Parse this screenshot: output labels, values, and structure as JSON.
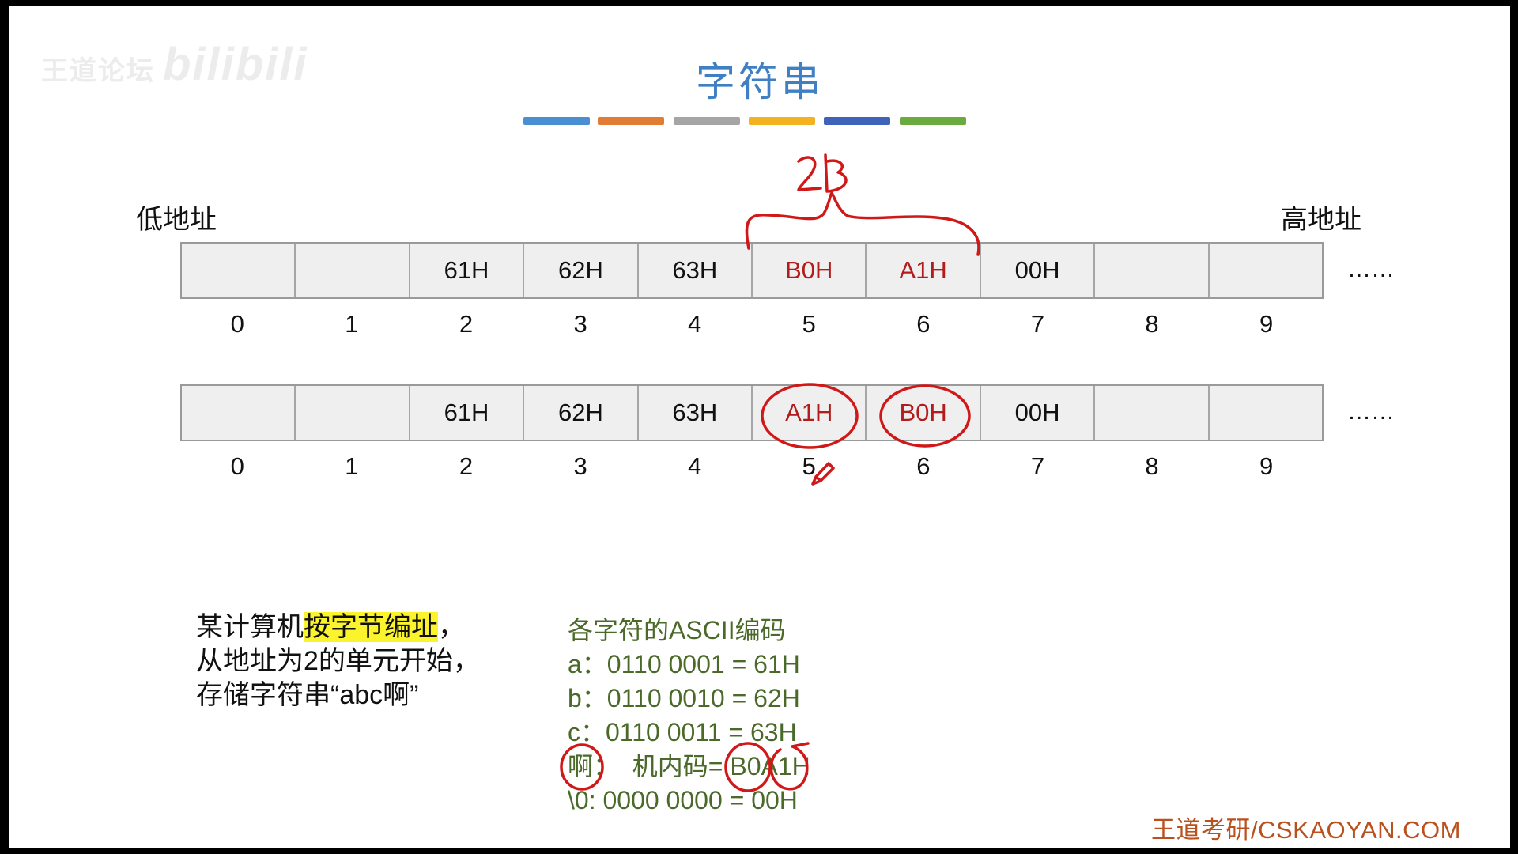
{
  "watermark": {
    "text": "王道论坛",
    "brand": "bilibili"
  },
  "title": "字符串",
  "stripes": [
    "#4a8fd2",
    "#e07c34",
    "#a5a5a5",
    "#f3b21f",
    "#3f63b8",
    "#6aaa3f"
  ],
  "labels": {
    "low": "低地址",
    "high": "高地址"
  },
  "annotation_top": "2B",
  "row1": {
    "cells": [
      "",
      "",
      "61H",
      "62H",
      "63H",
      "B0H",
      "A1H",
      "00H",
      "",
      ""
    ],
    "highlight": [
      5,
      6
    ],
    "indices": [
      "0",
      "1",
      "2",
      "3",
      "4",
      "5",
      "6",
      "7",
      "8",
      "9"
    ],
    "ellipsis": "……"
  },
  "row2": {
    "cells": [
      "",
      "",
      "61H",
      "62H",
      "63H",
      "A1H",
      "B0H",
      "00H",
      "",
      ""
    ],
    "highlight": [
      5,
      6
    ],
    "indices": [
      "0",
      "1",
      "2",
      "3",
      "4",
      "5",
      "6",
      "7",
      "8",
      "9"
    ],
    "ellipsis": "……"
  },
  "description": {
    "line1_pre": "某计算机",
    "line1_mark": "按字节编址",
    "line1_post": "，",
    "line2": "从地址为2的单元开始，",
    "line3": "存储字符串“abc啊”"
  },
  "ascii": {
    "heading": "各字符的ASCII编码",
    "lines": [
      "a：0110 0001 = 61H",
      "b：0110 0010 = 62H",
      "c：0110 0011 = 63H",
      "啊：  机内码= B0A1H",
      "\\0: 0000 0000 = 00H"
    ]
  },
  "footer": "王道考研/CSKAOYAN.COM",
  "colors": {
    "title": "#3f7fc4",
    "highlight_text": "#b21c1c",
    "ascii_text": "#4b6a2a",
    "footer": "#b9501d",
    "annotation": "#d11818",
    "marker": "#fbf42c"
  }
}
